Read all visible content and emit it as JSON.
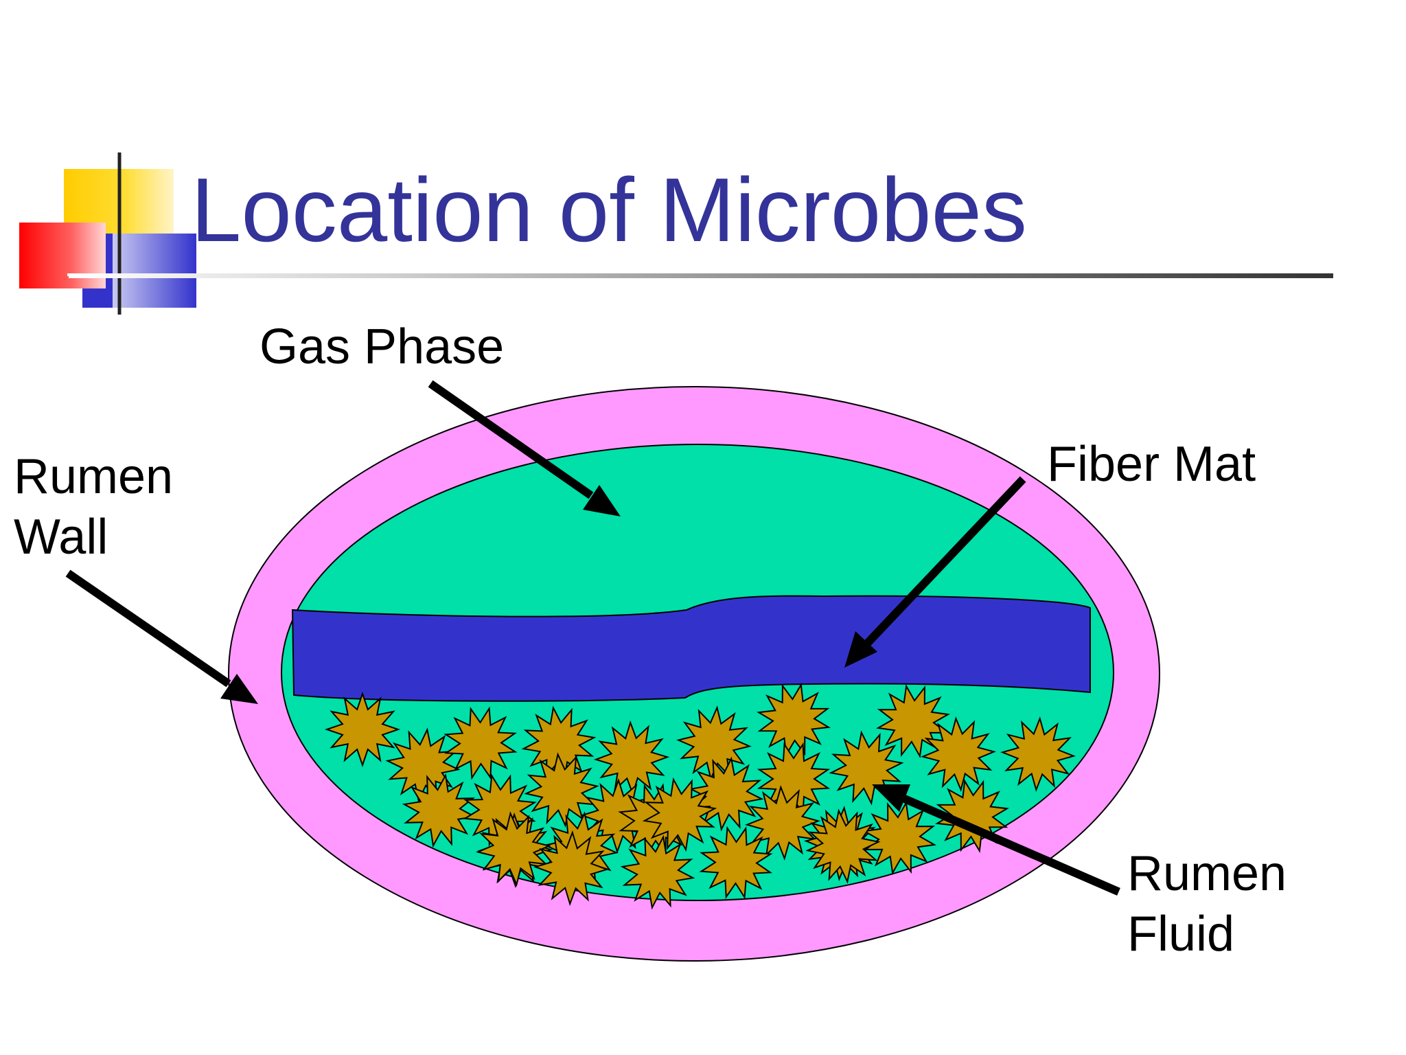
{
  "slide": {
    "title": "Location of Microbes"
  },
  "labels": {
    "gas_phase": [
      "Gas Phase"
    ],
    "rumen_wall": [
      "Rumen",
      "Wall"
    ],
    "fiber_mat": [
      "Fiber Mat"
    ],
    "rumen_fluid": [
      "Rumen",
      "Fluid"
    ]
  },
  "colors": {
    "title": "#333399",
    "rumen_wall": "#ff99ff",
    "gas_phase": "#00e0a8",
    "fiber_mat": "#3333cc",
    "microbes": "#c89600",
    "arrows": "#000000",
    "deco_yellow": "#ffcc00",
    "deco_red": "#ff0000",
    "deco_blue": "#3333cc"
  },
  "icons": {
    "decoration": "color-squares-logo",
    "microbe": "spiky-star-icon"
  }
}
